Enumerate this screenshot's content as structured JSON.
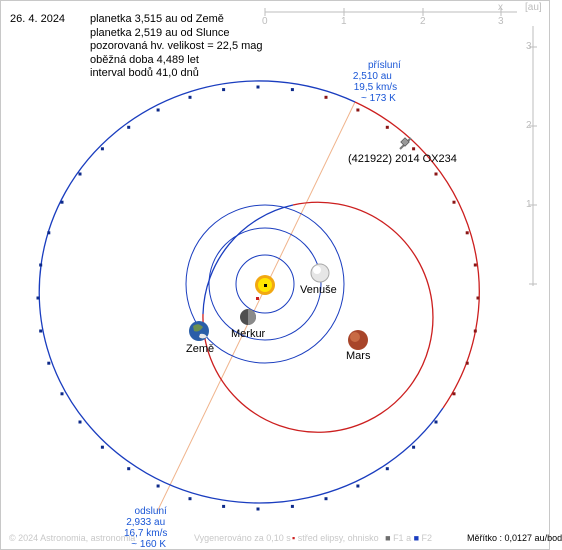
{
  "date": "26. 4. 2024",
  "info": {
    "line1": "planetka 3,515 au od Země",
    "line2": "planetka 2,519 au od Slunce",
    "line3": "pozorovaná hv. velikost = 22,5 mag",
    "line4": "oběžná doba 4,489 let",
    "line5": "interval bodů 41,0 dnů"
  },
  "axis": {
    "x_label": "x",
    "unit": "[au]",
    "x_ticks": [
      "0",
      "1",
      "2",
      "3"
    ],
    "y_ticks": [
      "3",
      "2",
      "1"
    ]
  },
  "perihelion": {
    "title": "přísluní",
    "distance": "2,510 au",
    "speed": "19,5 km/s",
    "temp": "~ 173 K"
  },
  "aphelion": {
    "title": "odsluní",
    "distance": "2,933 au",
    "speed": "16,7 km/s",
    "temp": "~ 160 K"
  },
  "asteroid_name": "(421922) 2014 OX234",
  "planets": {
    "venus": "Venuše",
    "earth": "Země",
    "mercury": "Merkur",
    "mars": "Mars"
  },
  "footer": {
    "copyright": "© 2024 Astronomia, astronomia",
    "generated": "Vygenerováno za 0,10 s",
    "center_dot": "▪",
    "center_text": "střed elipsy, ohnisko",
    "foci_dot": "■",
    "f1": "F1 a",
    "f2": "F2"
  },
  "scale": {
    "label": "Měřítko :",
    "value": "0,0127 au/bod"
  },
  "colors": {
    "orbit_blue": "#1a3dbf",
    "orbit_red": "#cc1f1f",
    "apsis_line": "#f0b48c",
    "label_blue": "#1a56d6",
    "axis_grey": "#bdbdbd"
  }
}
